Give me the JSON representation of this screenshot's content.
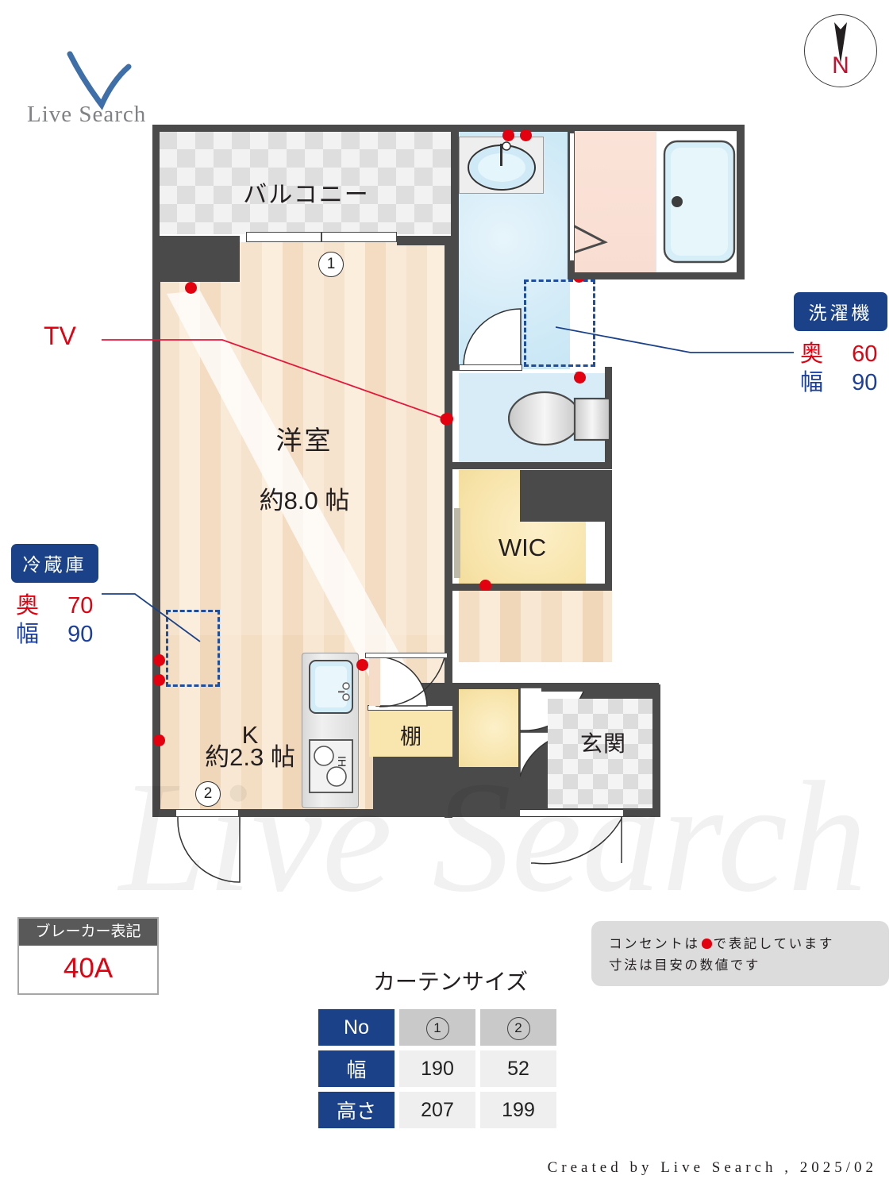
{
  "brand": {
    "logo_text": "Live Search",
    "logo_icon": "check-v-icon",
    "logo_color": "#3f6fa8"
  },
  "compass": {
    "label": "N",
    "icon": "compass-north-icon",
    "color": "#c8102e"
  },
  "rooms": {
    "balcony": {
      "name": "バルコニー"
    },
    "living": {
      "name": "洋室",
      "size": "約8.0 帖"
    },
    "kitchen": {
      "name": "K",
      "size": "約2.3 帖"
    },
    "wic": {
      "name": "WIC"
    },
    "shelf": {
      "name": "棚"
    },
    "entrance": {
      "name": "玄関"
    }
  },
  "annotations": {
    "tv": {
      "label": "TV",
      "color": "#e3000f"
    }
  },
  "appliances": [
    {
      "name": "洗濯機",
      "depth_label": "奥",
      "depth_value": "60",
      "width_label": "幅",
      "width_value": "90",
      "depth_color": "#e3000f",
      "width_color": "#1b3fa0",
      "tag_color": "#1b4289"
    },
    {
      "name": "冷蔵庫",
      "depth_label": "奥",
      "depth_value": "70",
      "width_label": "幅",
      "width_value": "90",
      "depth_color": "#e3000f",
      "width_color": "#1b3fa0",
      "tag_color": "#1b4289"
    }
  ],
  "window_markers": {
    "one": "1",
    "two": "2"
  },
  "breaker": {
    "title": "ブレーカー表記",
    "value": "40A",
    "value_color": "#e3000f"
  },
  "note": {
    "line1_before": "コンセントは",
    "line1_after": "で表記しています",
    "line2": "寸法は目安の数値です"
  },
  "curtain": {
    "title": "カーテンサイズ",
    "headers": [
      "No",
      "幅",
      "高さ"
    ],
    "columns": [
      "1",
      "2"
    ],
    "rows": [
      {
        "label": "幅",
        "values": [
          "190",
          "52"
        ]
      },
      {
        "label": "高さ",
        "values": [
          "207",
          "199"
        ]
      }
    ]
  },
  "footer": {
    "text": "Created by Live Search , 2025/02"
  },
  "watermark": {
    "text": "Live Search"
  }
}
